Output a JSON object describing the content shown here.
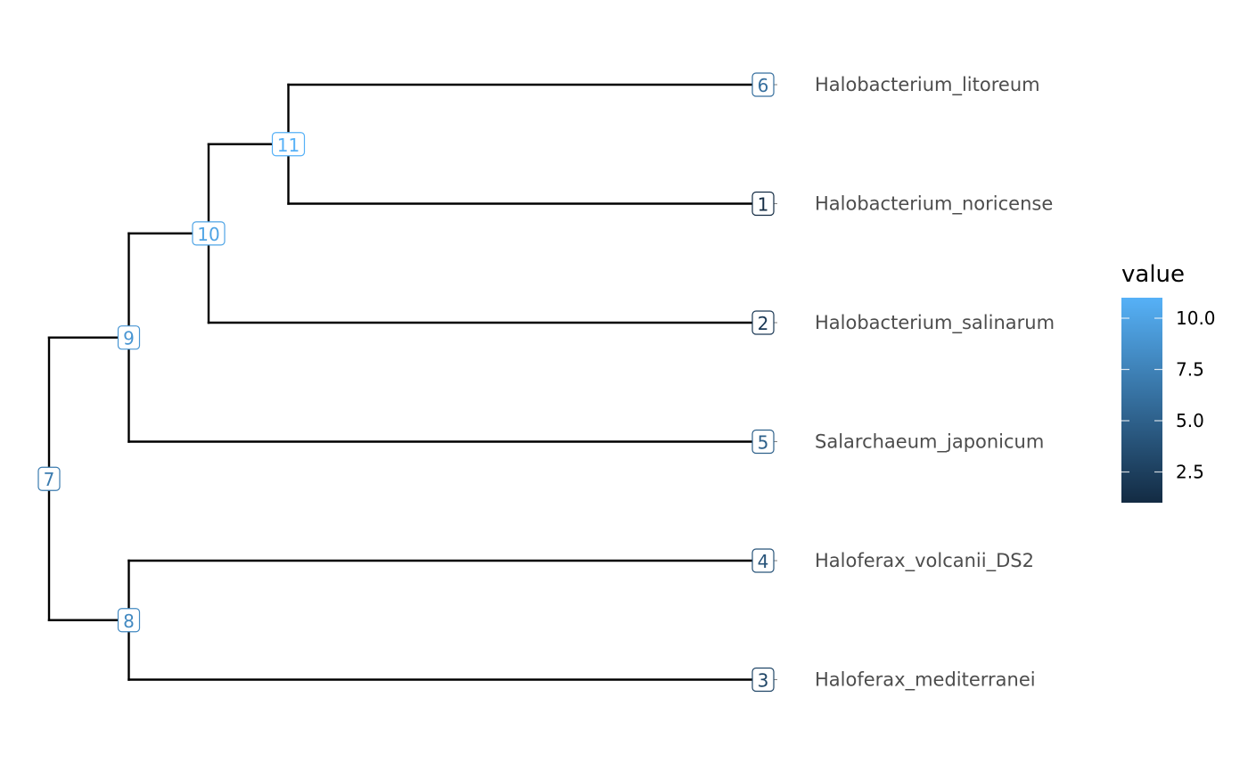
{
  "tree": {
    "colors": {
      "low": "#132b43",
      "high": "#56b1f7",
      "branch": "#000000",
      "tip_label": "#4d4d4d"
    },
    "tips": [
      {
        "id": 6,
        "label": "Halobacterium_litoreum",
        "value": 6
      },
      {
        "id": 1,
        "label": "Halobacterium_noricense",
        "value": 1
      },
      {
        "id": 2,
        "label": "Halobacterium_salinarum",
        "value": 2
      },
      {
        "id": 5,
        "label": "Salarchaeum_japonicum",
        "value": 5
      },
      {
        "id": 4,
        "label": "Haloferax_volcanii_DS2",
        "value": 4
      },
      {
        "id": 3,
        "label": "Haloferax_mediterranei",
        "value": 3
      }
    ],
    "internal_nodes": [
      {
        "id": 7,
        "children": [
          9,
          8
        ],
        "value": 7
      },
      {
        "id": 8,
        "children": [
          4,
          3
        ],
        "value": 8
      },
      {
        "id": 9,
        "children": [
          10,
          5
        ],
        "value": 9
      },
      {
        "id": 10,
        "children": [
          11,
          2
        ],
        "value": 10
      },
      {
        "id": 11,
        "children": [
          6,
          1
        ],
        "value": 11
      }
    ],
    "root": 7
  },
  "legend": {
    "title": "value",
    "min": 1,
    "max": 11,
    "ticks": [
      {
        "value": 2.5,
        "label": "2.5"
      },
      {
        "value": 5.0,
        "label": "5.0"
      },
      {
        "value": 7.5,
        "label": "7.5"
      },
      {
        "value": 10.0,
        "label": "10.0"
      }
    ]
  }
}
